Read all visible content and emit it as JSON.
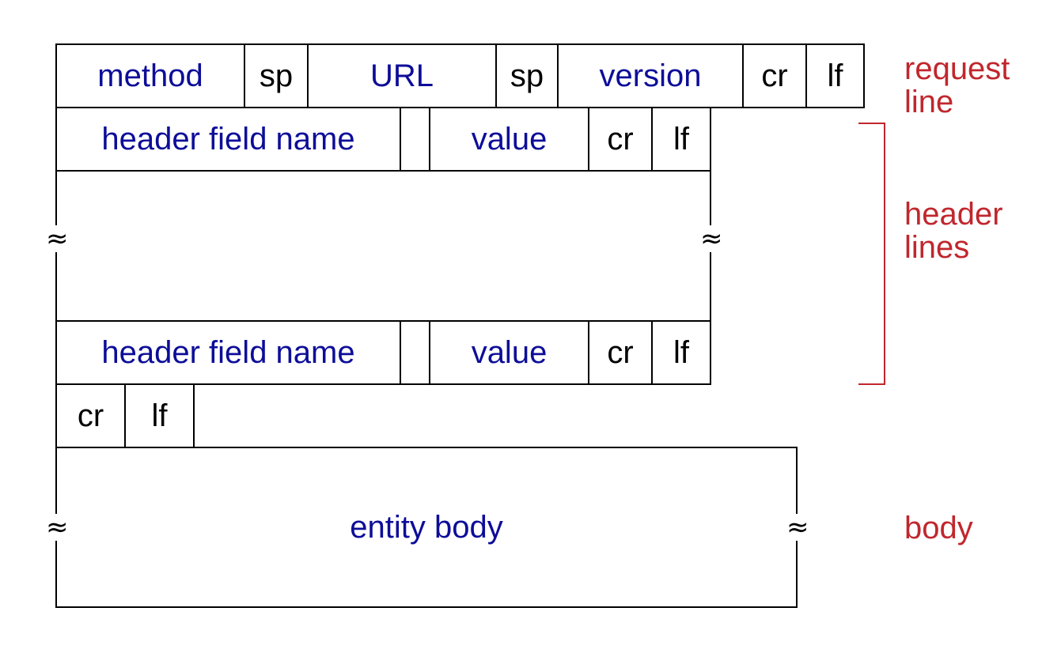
{
  "request_line": {
    "fields": [
      "method",
      "sp",
      "URL",
      "sp",
      "version",
      "cr",
      "lf"
    ],
    "label": "request\nline"
  },
  "header_line_1": {
    "fields": [
      "header field name",
      "",
      "value",
      "cr",
      "lf"
    ]
  },
  "header_line_2": {
    "fields": [
      "header field name",
      "",
      "value",
      "cr",
      "lf"
    ]
  },
  "header_lines_label": "header\nlines",
  "blank_line": {
    "fields": [
      "cr",
      "lf"
    ]
  },
  "body": {
    "text": "entity body",
    "label": "body"
  },
  "break_symbol": "≈",
  "colors": {
    "field_text": "#0d0d99",
    "control_text": "#000000",
    "annotation": "#c0272d"
  }
}
